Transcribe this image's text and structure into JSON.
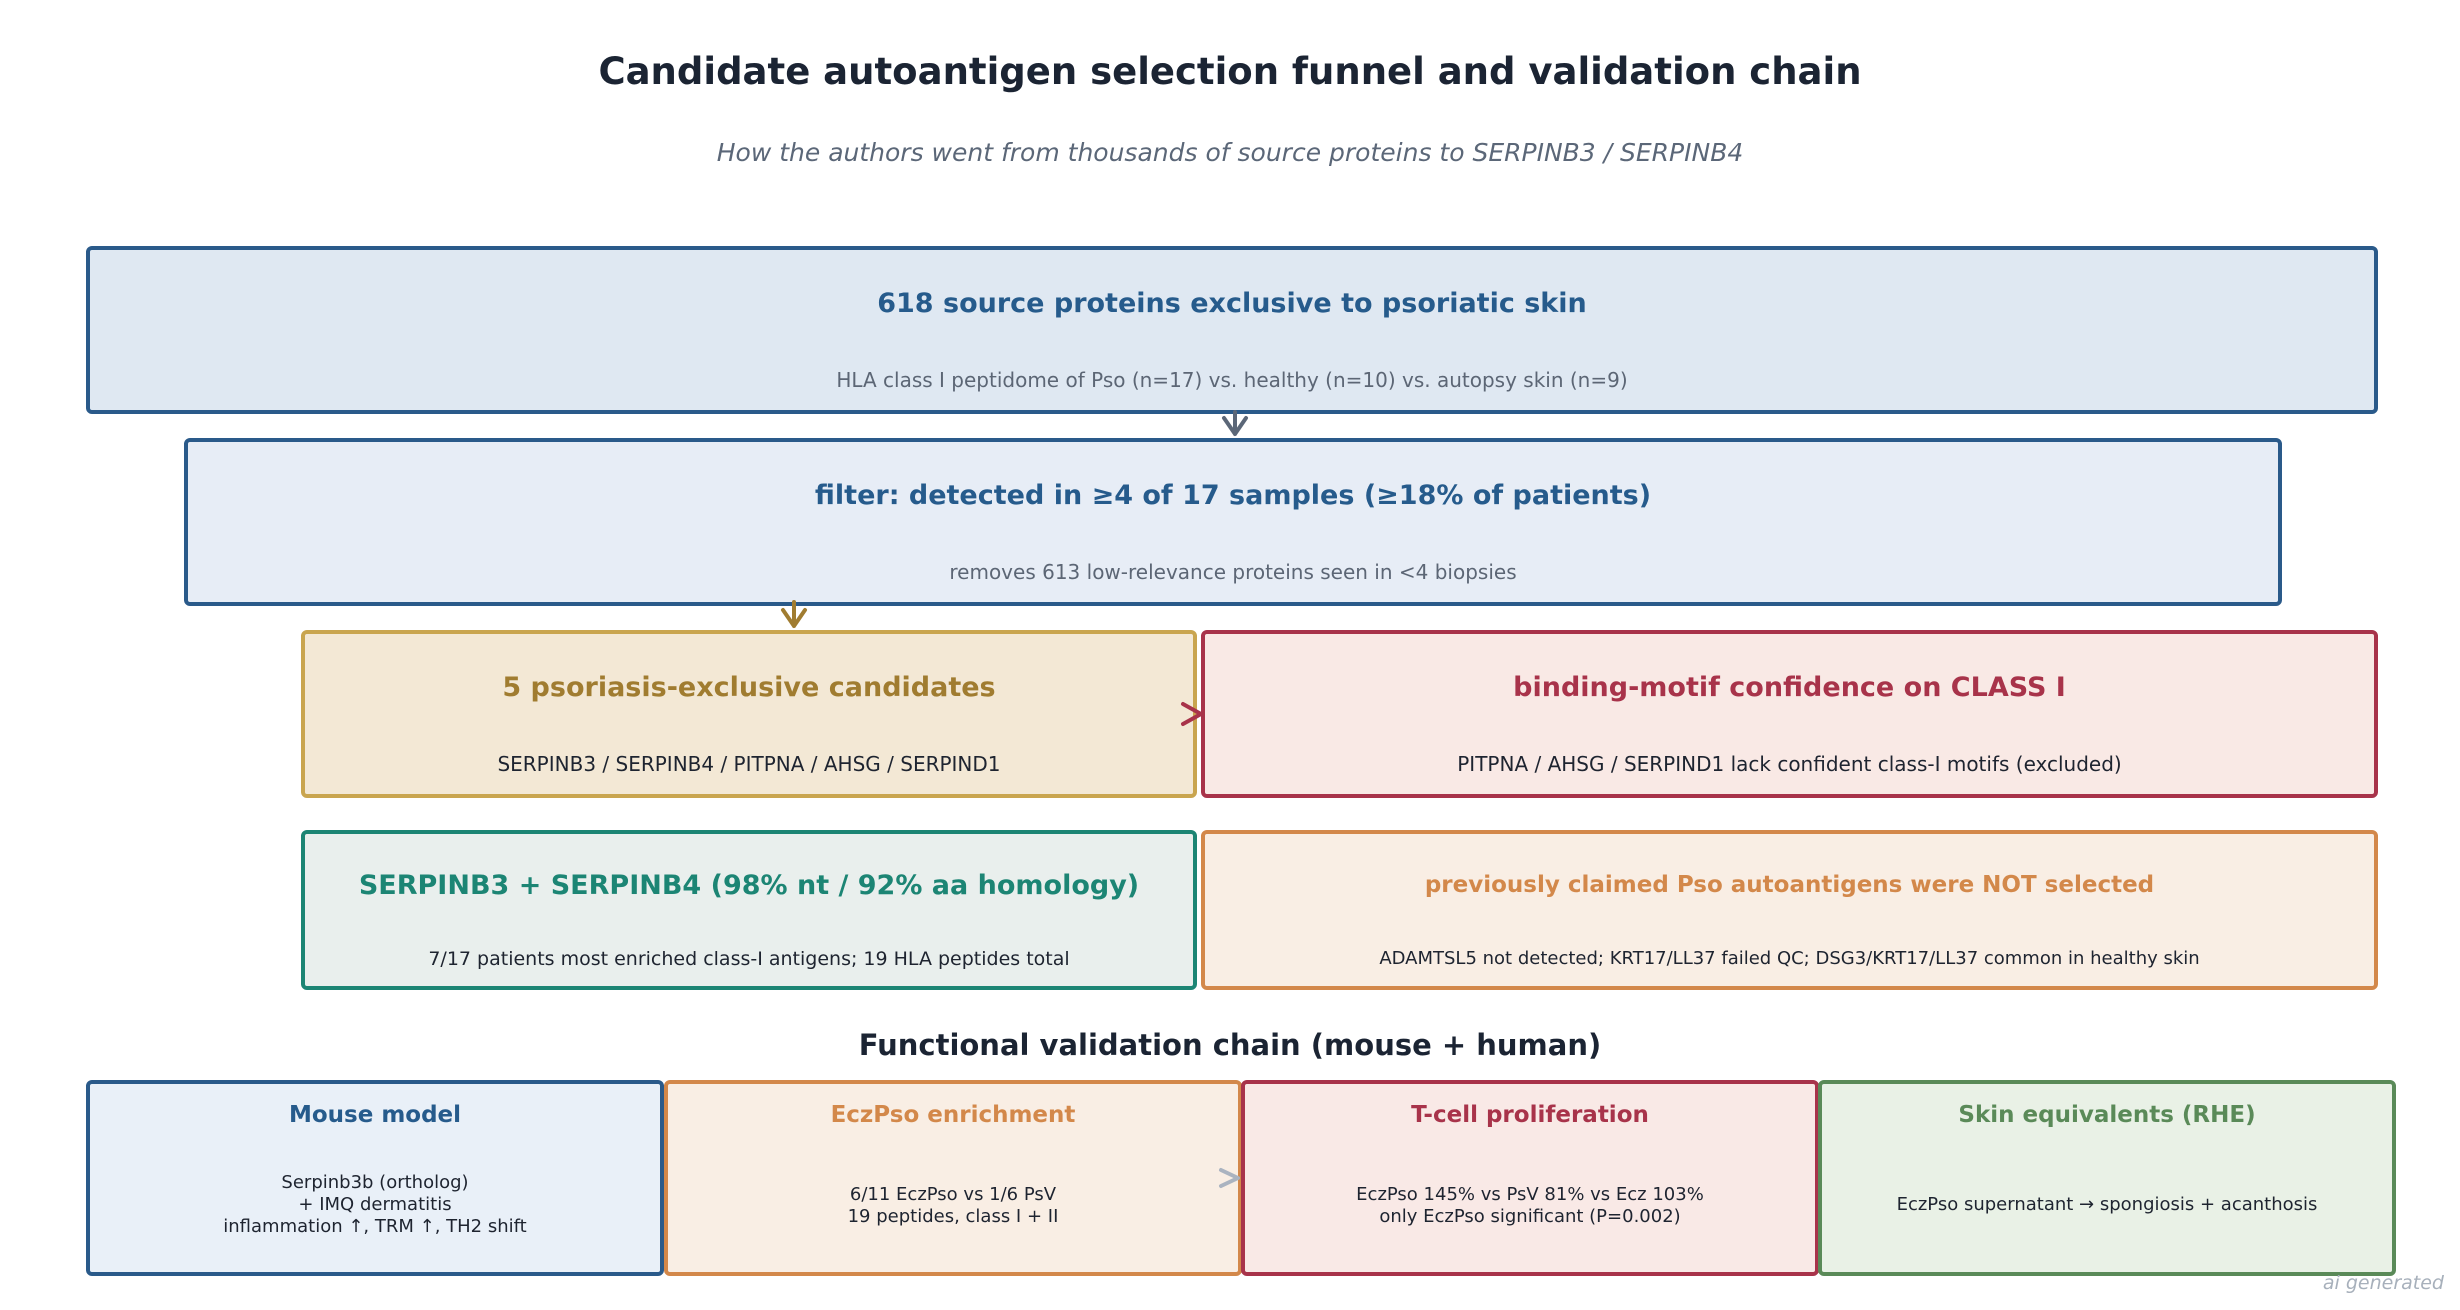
{
  "title": "Candidate autoantigen selection funnel and validation chain",
  "subtitle": "How the authors went from thousands of source proteins to SERPINB3 / SERPINB4",
  "funnel": {
    "source": {
      "heading": "618  source proteins exclusive to psoriatic skin",
      "detail": "HLA class I peptidome of Pso (n=17) vs. healthy (n=10) vs. autopsy skin (n=9)"
    },
    "filter": {
      "heading": "filter: detected in ≥4 of 17 samples  (≥18% of patients)",
      "detail": "removes 613 low-relevance proteins seen in <4 biopsies"
    },
    "candidates": {
      "heading": "5  psoriasis-exclusive candidates",
      "detail": "SERPINB3 / SERPINB4 / PITPNA / AHSG / SERPIND1"
    },
    "motif": {
      "heading": "binding-motif confidence on CLASS I",
      "detail": "PITPNA / AHSG / SERPIND1 lack confident class-I motifs (excluded)"
    },
    "selected": {
      "heading": "SERPINB3 + SERPINB4  (98% nt / 92% aa homology)",
      "detail": "7/17 patients most enriched class-I antigens; 19 HLA peptides total"
    },
    "not_selected": {
      "heading": "previously claimed Pso autoantigens were NOT selected",
      "detail": "ADAMTSL5 not detected; KRT17/LL37 failed QC; DSG3/KRT17/LL37 common in healthy skin"
    }
  },
  "validation": {
    "title": "Functional validation chain  (mouse + human)",
    "steps": [
      {
        "heading": "Mouse model",
        "lines": [
          "Serpinb3b (ortholog)",
          "+ IMQ dermatitis",
          "inflammation ↑, TRM ↑, TH2 shift"
        ]
      },
      {
        "heading": "EczPso enrichment",
        "lines": [
          "6/11 EczPso vs 1/6 PsV",
          "19 peptides, class I + II"
        ]
      },
      {
        "heading": "T-cell proliferation",
        "lines": [
          "EczPso 145% vs PsV 81% vs Ecz 103%",
          "only EczPso significant (P=0.002)"
        ]
      },
      {
        "heading": "Skin equivalents (RHE)",
        "lines": [
          "EczPso supernatant → spongiosis + acanthosis"
        ]
      }
    ]
  },
  "watermark": "ai generated",
  "colors": {
    "navy": "#2a5a8a",
    "gold": "#c9a54f",
    "crimson": "#a8334a",
    "teal": "#1c8574",
    "orange": "#d3884a",
    "green": "#5a8a58",
    "arrow_gray": "#5b6778"
  }
}
